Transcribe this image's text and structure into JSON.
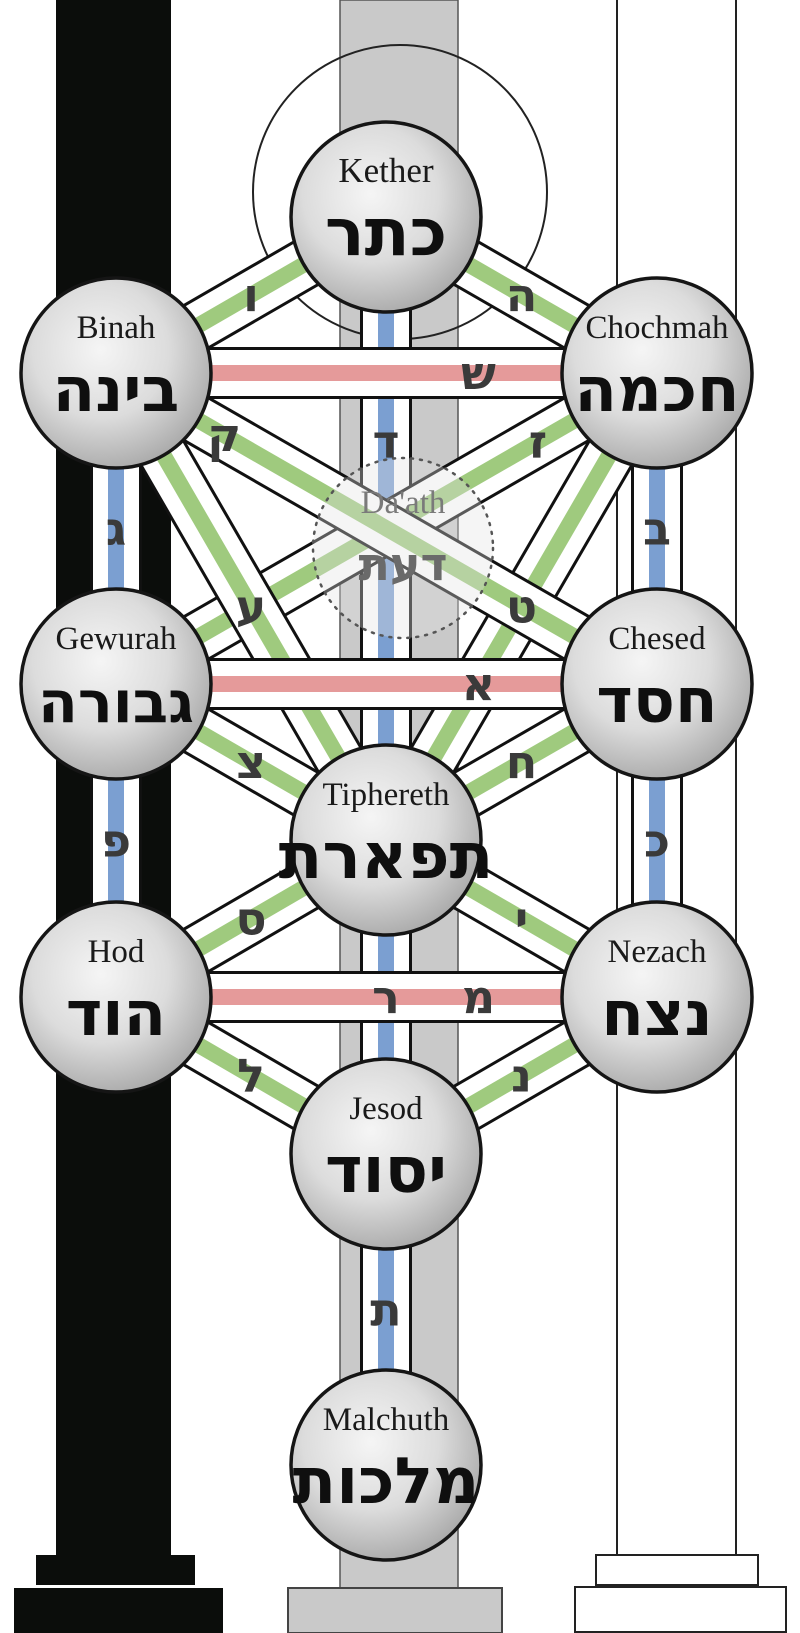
{
  "colors": {
    "black_pillar": "#0b0d0b",
    "grey_pillar": "#c9c9c9",
    "white_pillar": "#ffffff",
    "path_green": "#9fca7e",
    "path_blue": "#7b9fd1",
    "path_red": "#e59a9a",
    "sphere_gradient_light": "#f5f5f5",
    "sphere_gradient_dark": "#a9a9a9"
  },
  "sefirot": [
    {
      "id": "kether",
      "name": "Kether",
      "hebrew": "כתר"
    },
    {
      "id": "chochmah",
      "name": "Chochmah",
      "hebrew": "חכמה"
    },
    {
      "id": "binah",
      "name": "Binah",
      "hebrew": "בינה"
    },
    {
      "id": "chesed",
      "name": "Chesed",
      "hebrew": "חסד"
    },
    {
      "id": "gewurah",
      "name": "Gewurah",
      "hebrew": "גבורה"
    },
    {
      "id": "tiphereth",
      "name": "Tiphereth",
      "hebrew": "תפארת"
    },
    {
      "id": "nezach",
      "name": "Nezach",
      "hebrew": "נצח"
    },
    {
      "id": "hod",
      "name": "Hod",
      "hebrew": "הוד"
    },
    {
      "id": "jesod",
      "name": "Jesod",
      "hebrew": "יסוד"
    },
    {
      "id": "malchuth",
      "name": "Malchuth",
      "hebrew": "מלכות"
    }
  ],
  "daath": {
    "name": "Da'ath",
    "hebrew": "דעת"
  },
  "paths": [
    {
      "id": "kether-chochmah",
      "from": "kether",
      "to": "chochmah",
      "color": "green",
      "letter": "ה"
    },
    {
      "id": "kether-binah",
      "from": "kether",
      "to": "binah",
      "color": "green",
      "letter": "ו"
    },
    {
      "id": "kether-tiphereth",
      "from": "kether",
      "to": "tiphereth",
      "color": "blue",
      "letter": "ד"
    },
    {
      "id": "chochmah-binah",
      "from": "chochmah",
      "to": "binah",
      "color": "red",
      "letter": "ש"
    },
    {
      "id": "chochmah-chesed",
      "from": "chochmah",
      "to": "chesed",
      "color": "blue",
      "letter": "ב"
    },
    {
      "id": "chochmah-tiphereth",
      "from": "chochmah",
      "to": "tiphereth",
      "color": "green",
      "letter": "ט"
    },
    {
      "id": "chochmah-gewurah",
      "from": "chochmah",
      "to": "gewurah",
      "color": "green",
      "letter": "ז"
    },
    {
      "id": "binah-gewurah",
      "from": "binah",
      "to": "gewurah",
      "color": "blue",
      "letter": "ג"
    },
    {
      "id": "binah-tiphereth",
      "from": "binah",
      "to": "tiphereth",
      "color": "green",
      "letter": "ע"
    },
    {
      "id": "binah-chesed",
      "from": "binah",
      "to": "chesed",
      "color": "green",
      "letter": "ק"
    },
    {
      "id": "chesed-gewurah",
      "from": "chesed",
      "to": "gewurah",
      "color": "red",
      "letter": "א"
    },
    {
      "id": "chesed-tiphereth",
      "from": "chesed",
      "to": "tiphereth",
      "color": "green",
      "letter": "ח"
    },
    {
      "id": "chesed-nezach",
      "from": "chesed",
      "to": "nezach",
      "color": "blue",
      "letter": "כ"
    },
    {
      "id": "gewurah-tiphereth",
      "from": "gewurah",
      "to": "tiphereth",
      "color": "green",
      "letter": "צ"
    },
    {
      "id": "gewurah-hod",
      "from": "gewurah",
      "to": "hod",
      "color": "blue",
      "letter": "פ"
    },
    {
      "id": "tiphereth-nezach",
      "from": "tiphereth",
      "to": "nezach",
      "color": "green",
      "letter": "י"
    },
    {
      "id": "tiphereth-hod",
      "from": "tiphereth",
      "to": "hod",
      "color": "green",
      "letter": "ס"
    },
    {
      "id": "tiphereth-jesod",
      "from": "tiphereth",
      "to": "jesod",
      "color": "blue",
      "letter": "ר"
    },
    {
      "id": "nezach-hod",
      "from": "nezach",
      "to": "hod",
      "color": "red",
      "letter": "מ"
    },
    {
      "id": "nezach-jesod",
      "from": "nezach",
      "to": "jesod",
      "color": "green",
      "letter": "נ"
    },
    {
      "id": "hod-jesod",
      "from": "hod",
      "to": "jesod",
      "color": "green",
      "letter": "ל"
    },
    {
      "id": "jesod-malchuth",
      "from": "jesod",
      "to": "malchuth",
      "color": "blue",
      "letter": "ת"
    }
  ]
}
